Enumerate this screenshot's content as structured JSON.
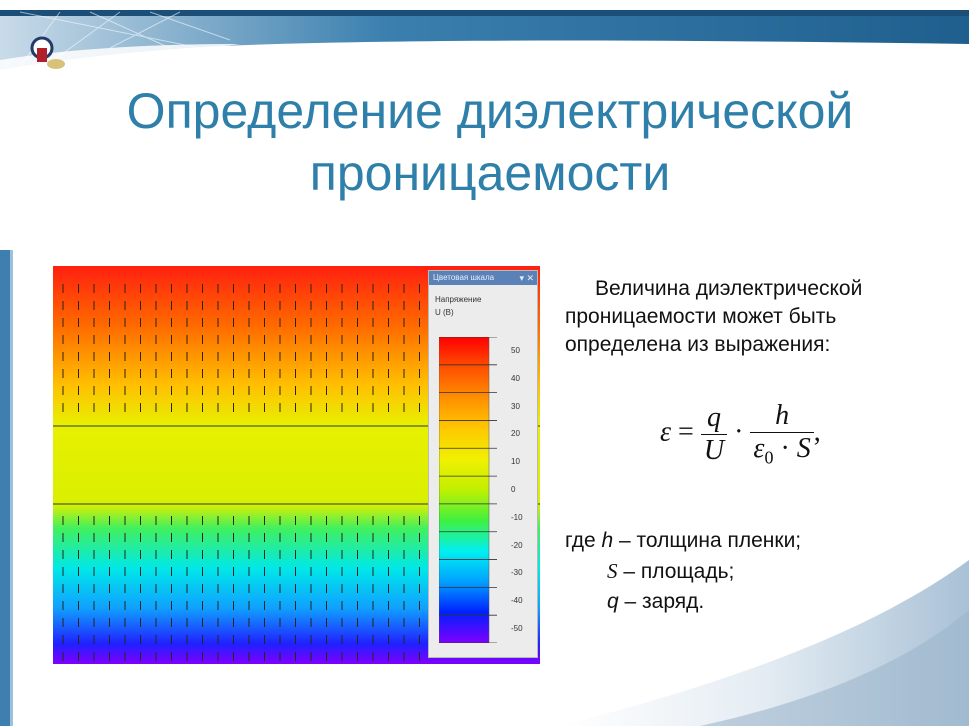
{
  "slide": {
    "title_line1": "Определение диэлектрической",
    "title_line2": "проницаемости",
    "colors": {
      "title": "#2e7fa9",
      "accent_band": "#2b6c9a"
    }
  },
  "figure": {
    "legend": {
      "header": "Цветовая шкала",
      "header_buttons": "▾ ✕",
      "quantity": "Напряжение",
      "unit": "U (В)",
      "ticks": [
        "50",
        "40",
        "30",
        "20",
        "10",
        "0",
        "-10",
        "-20",
        "-30",
        "-40",
        "-50"
      ]
    }
  },
  "text": {
    "desc": "Величина диэлектрической проницаемости может быть определена из выражения:",
    "formula": {
      "lhs": "ε",
      "eq": "=",
      "q": "q",
      "U": "U",
      "dot": "·",
      "h": "h",
      "eps0": "ε",
      "sub0": "0",
      "S": "S",
      "comma": ","
    },
    "defs": {
      "h_prefix": "где ",
      "h_var": "h",
      "h_text": " – толщина пленки;",
      "S_var": "S",
      "S_text": " – площадь;",
      "q_var": "q",
      "q_text": " – заряд."
    }
  }
}
